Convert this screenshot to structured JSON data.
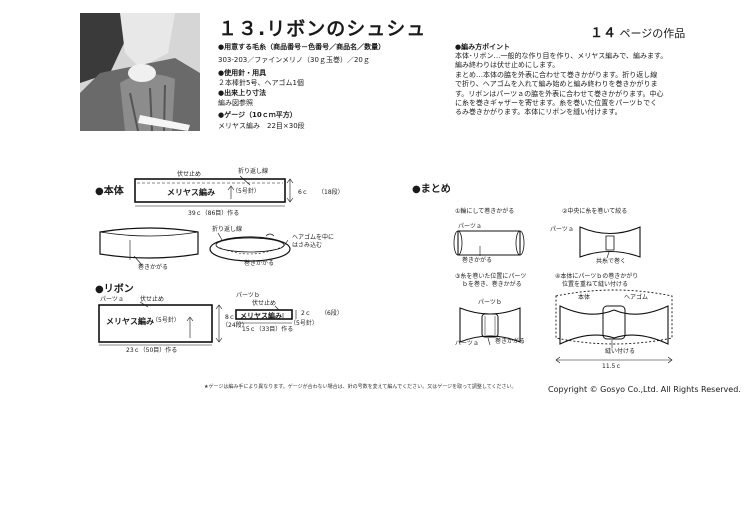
{
  "title": "１３.リボンのシュシュ",
  "page_ref": {
    "num": "１４",
    "suffix": "ページの作品"
  },
  "materials": {
    "yarn_heading": "●用意する毛糸（商品番号－色番号／商品名／数量）",
    "yarn_value": "303-203／ファインメリノ（30ｇ玉巻）／20ｇ",
    "tools_heading": "●使用針・用具",
    "tools_value": "２本棒針5号、ヘアゴム1個",
    "size_heading": "●出来上り寸法",
    "size_value": "編み図参照",
    "gauge_heading": "●ゲージ（10ｃｍ平方）",
    "gauge_value": "メリヤス編み　22目×30段"
  },
  "tips": {
    "heading": "●編み方ポイント",
    "lines": [
      "本体･リボン…一般的な作り目を作り、メリヤス編みで、編みます。",
      "編み終わりは伏せ止めにします。",
      "まとめ…本体の脇を外表に合わせて巻きかがります。折り返し線",
      "で折り、ヘアゴムを入れて編み始めと編み終わりを巻きかがりま",
      "す。リボンはパーツａの脇を外表に合わせて巻きかがります。中心",
      "に糸を巻きギャザーを寄せます。糸を巻いた位置をパーツｂでく",
      "るみ巻きかがります。本体にリボンを縫い付けます。"
    ]
  },
  "body": {
    "heading": "●本体",
    "fuse": "伏せ止め",
    "fold_line": "折り返し線",
    "stitch": "メリヤス編み",
    "needle": "（5号針）",
    "height": "6ｃ",
    "rows": "（18段）",
    "width": "39ｃ（86目）作る",
    "whip1": "巻きかがる",
    "fold_line2": "折り返し線",
    "insert": "ヘアゴムを中に",
    "insert2": "はさみ込む",
    "whip2": "巻きかがる"
  },
  "ribbon": {
    "heading": "●リボン",
    "part_a": "パーツａ",
    "fuse_a": "伏せ止め",
    "stitch_a": "メリヤス編み",
    "needle_a": "（5号針）",
    "height_a": "8ｃ",
    "rows_a": "（24段）",
    "width_a": "23ｃ（50目）作る",
    "part_b": "パーツｂ",
    "fuse_b": "伏せ止め",
    "stitch_b": "メリヤス編み",
    "height_b": "2ｃ",
    "rows_b": "（6段）",
    "needle_b": "（5号針）",
    "width_b": "15ｃ（33目）作る"
  },
  "assembly": {
    "heading": "●まとめ",
    "step1": "①輪にして巻きかがる",
    "step1_part": "パーツａ",
    "step1_whip": "巻きかがる",
    "step2": "②中央に糸を巻いて絞る",
    "step2_part": "パーツａ",
    "step2_yarn": "共糸で巻く",
    "step3_l1": "③糸を巻いた位置にパーツ",
    "step3_l2": "ｂを巻き、巻きかがる",
    "step3_partb": "パーツｂ",
    "step3_parta": "パーツａ",
    "step3_whip": "巻きかがる",
    "step4_l1": "④本体にパーツｂの巻きかがり",
    "step4_l2": "位置を重ねて縫い付ける",
    "step4_body": "本体",
    "step4_elastic": "ヘアゴム",
    "step4_sew": "縫い付ける",
    "step4_width": "11.5ｃ"
  },
  "note": "★ゲージは編み手により異なります。ゲージが合わない場合は、針の号数を変えて編んでください。又はゲージを取って調整してください。",
  "copyright": "Copyright © Gosyo Co.,Ltd. All Rights Reserved."
}
